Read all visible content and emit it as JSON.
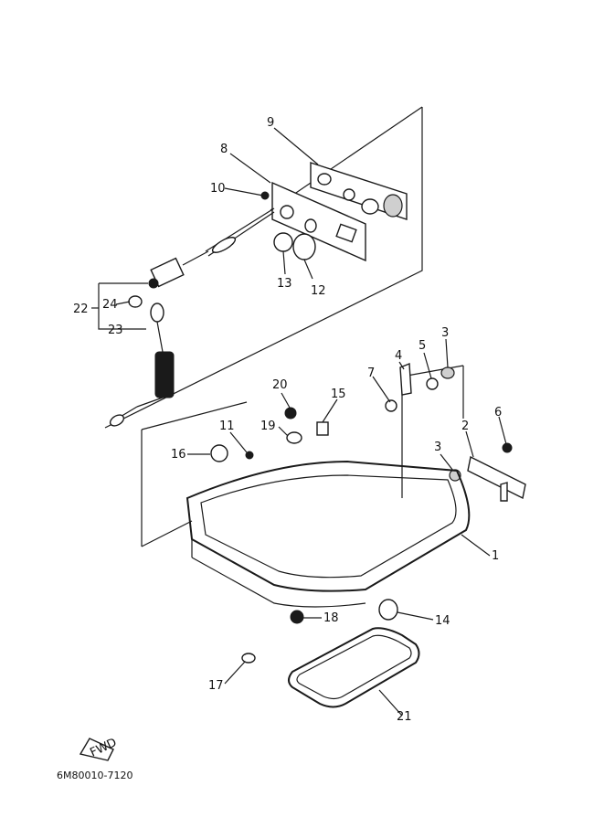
{
  "diagram": {
    "drawing_code": "6M80010-7120",
    "fwd_label": "FWD",
    "callouts": [
      {
        "id": "c1",
        "label": "1"
      },
      {
        "id": "c2",
        "label": "2"
      },
      {
        "id": "c3a",
        "label": "3"
      },
      {
        "id": "c3b",
        "label": "3"
      },
      {
        "id": "c4",
        "label": "4"
      },
      {
        "id": "c5",
        "label": "5"
      },
      {
        "id": "c6",
        "label": "6"
      },
      {
        "id": "c7",
        "label": "7"
      },
      {
        "id": "c8",
        "label": "8"
      },
      {
        "id": "c9",
        "label": "9"
      },
      {
        "id": "c10",
        "label": "10"
      },
      {
        "id": "c11",
        "label": "11"
      },
      {
        "id": "c12",
        "label": "12"
      },
      {
        "id": "c13",
        "label": "13"
      },
      {
        "id": "c14",
        "label": "14"
      },
      {
        "id": "c15",
        "label": "15"
      },
      {
        "id": "c16",
        "label": "16"
      },
      {
        "id": "c17",
        "label": "17"
      },
      {
        "id": "c18",
        "label": "18"
      },
      {
        "id": "c19",
        "label": "19"
      },
      {
        "id": "c20",
        "label": "20"
      },
      {
        "id": "c21",
        "label": "21"
      },
      {
        "id": "c22",
        "label": "22"
      },
      {
        "id": "c23",
        "label": "23"
      },
      {
        "id": "c24",
        "label": "24"
      }
    ]
  }
}
